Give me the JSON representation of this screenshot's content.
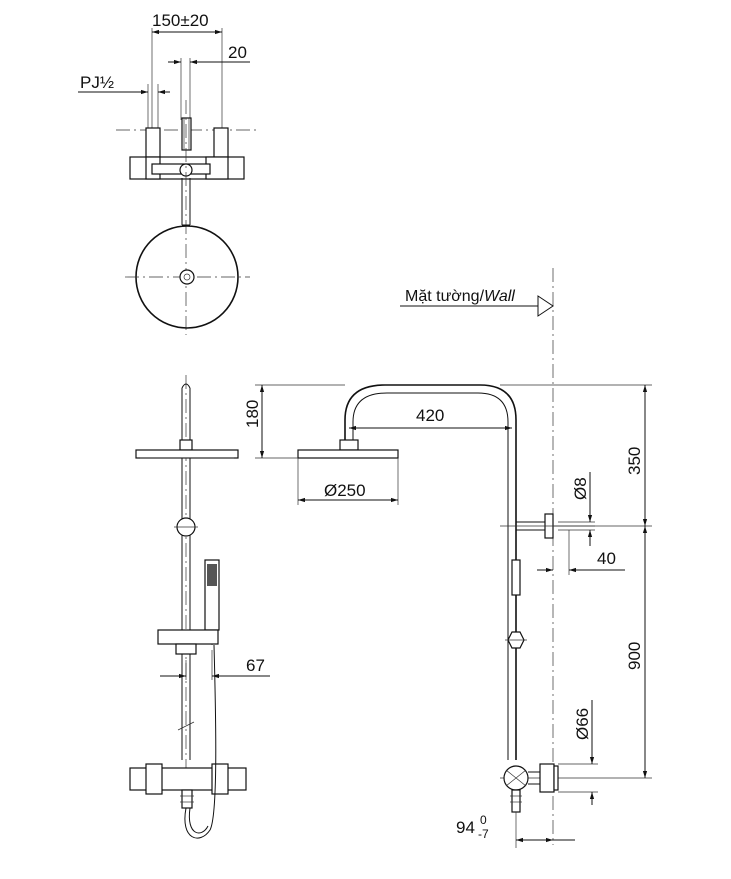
{
  "dimensions": {
    "inlet_spacing": "150±20",
    "offset": "20",
    "thread": "PJ½",
    "rail_to_head": "180",
    "arm_reach": "420",
    "head_diameter": "Ø250",
    "top_to_bracket": "350",
    "bracket_hole": "Ø8",
    "bracket_offset": "40",
    "bracket_to_mixer": "900",
    "pipe_diameter": "Ø66",
    "hand_offset": "67",
    "mixer_depth_main": "94",
    "mixer_depth_sup": "0",
    "mixer_depth_sub": "-7"
  },
  "wall_label": {
    "text": "Mặt tường/",
    "italic": "Wall"
  },
  "colors": {
    "line": "#111111",
    "background": "#ffffff"
  }
}
